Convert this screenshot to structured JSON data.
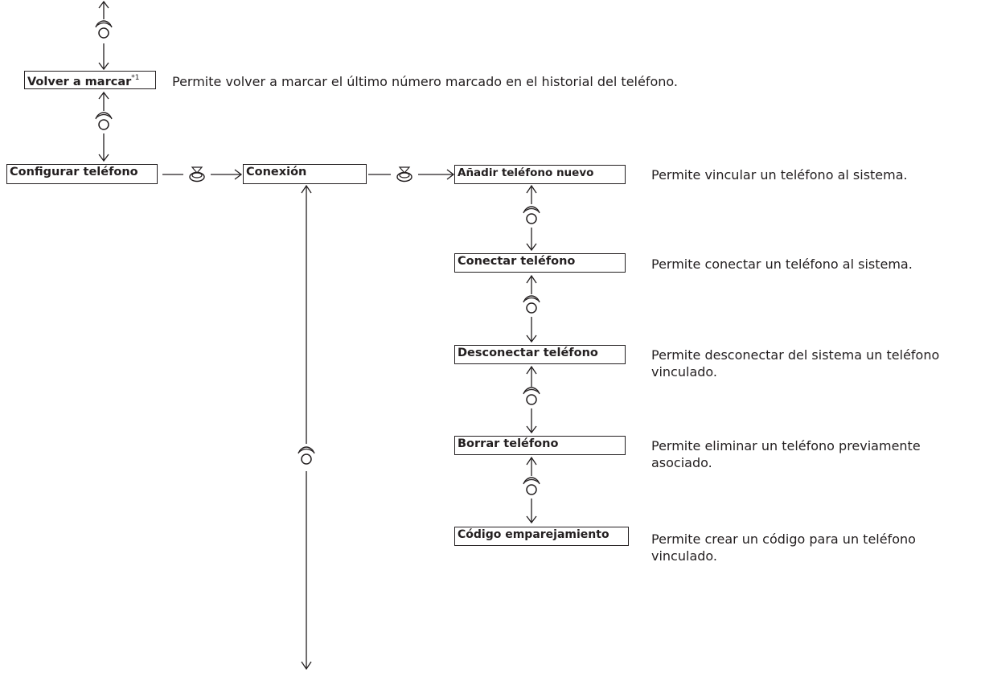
{
  "items": {
    "redial": {
      "label": "Volver a marcar",
      "sup": "*1",
      "desc": "Permite volver a marcar el último número marcado en el historial del teléfono."
    },
    "phone_setup": {
      "label": "Configurar teléfono"
    },
    "connection": {
      "label": "Conexión"
    },
    "add_phone": {
      "label": "Añadir teléfono nuevo",
      "desc": "Permite vincular un teléfono al sistema."
    },
    "connect_phone": {
      "label": "Conectar teléfono",
      "desc": "Permite conectar un teléfono al sistema."
    },
    "disconnect_phone": {
      "label": "Desconectar teléfono",
      "desc_line1": "Permite desconectar del sistema un teléfono",
      "desc_line2": "vinculado."
    },
    "delete_phone": {
      "label": "Borrar teléfono",
      "desc_line1": "Permite eliminar un teléfono previamente",
      "desc_line2": "asociado."
    },
    "pairing_code": {
      "label": "Código emparejamiento",
      "desc_line1": "Permite crear un código para un teléfono",
      "desc_line2": "vinculado."
    }
  },
  "icons": {
    "rotate": "selector-knob-rotate-icon",
    "press": "selector-knob-press-icon"
  }
}
